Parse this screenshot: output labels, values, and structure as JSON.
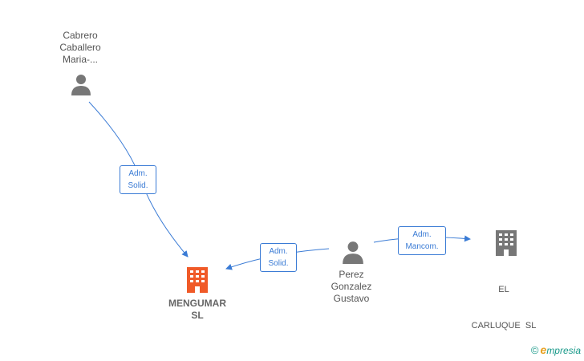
{
  "nodes": {
    "cabrero": {
      "name": [
        "Cabrero",
        "Caballero",
        "Maria-..."
      ]
    },
    "perez": {
      "name": [
        "Perez",
        "Gonzalez",
        "Gustavo"
      ]
    },
    "mengumar": {
      "name": [
        "MENGUMAR",
        "SL"
      ]
    },
    "carluque": {
      "name": [
        "EL",
        "CARLUQUE  SL"
      ]
    }
  },
  "edges": {
    "cabrero_mengumar": [
      "Adm.",
      "Solid."
    ],
    "perez_mengumar": [
      "Adm.",
      "Solid."
    ],
    "perez_carluque": [
      "Adm.",
      "Mancom."
    ]
  },
  "brand": {
    "copyright": "©",
    "e": "e",
    "rest": "mpresia"
  },
  "colors": {
    "edge": "#3a7bd5",
    "person": "#777777",
    "highlight_company": "#f05a28",
    "company": "#777777"
  }
}
